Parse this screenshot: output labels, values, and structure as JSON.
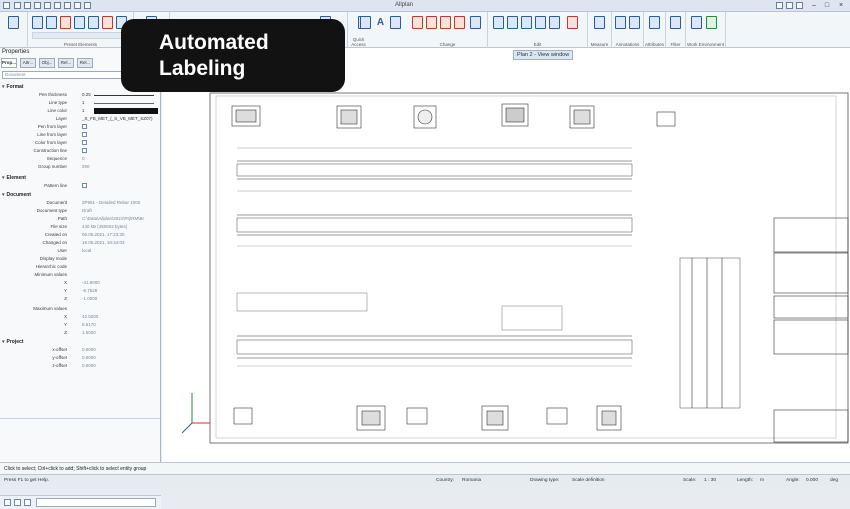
{
  "window": {
    "title": "Allplan"
  },
  "ribbon": {
    "groups": [
      {
        "id": "preset",
        "label": "Preset Elements"
      },
      {
        "id": "quick",
        "label": "Quick Access"
      },
      {
        "id": "change",
        "label": "Change"
      },
      {
        "id": "edit",
        "label": "Edit"
      },
      {
        "id": "measure",
        "label": "Measure"
      },
      {
        "id": "annotations",
        "label": "Annotations"
      },
      {
        "id": "attributes",
        "label": "Attributes"
      },
      {
        "id": "filter",
        "label": "Filter"
      },
      {
        "id": "workenv",
        "label": "Work Environment"
      }
    ]
  },
  "properties": {
    "title": "Properties",
    "tabs": [
      "Prop...",
      "Attr...",
      "Obj...",
      "Rel...",
      "Rel..."
    ],
    "selected_object": "Document",
    "format_section": "Format",
    "element_section": "Element",
    "document_section": "Document",
    "project_section": "Project",
    "format_rows": [
      {
        "label": "Pen thickness",
        "value": "0.25"
      },
      {
        "label": "Line type",
        "value": "1"
      },
      {
        "label": "Line color",
        "value": "1"
      },
      {
        "label": "Layer",
        "value": "_S_FB_MET_(_S_VB_MET_SZ07)"
      },
      {
        "label": "Pen from layer",
        "value": ""
      },
      {
        "label": "Line from layer",
        "value": ""
      },
      {
        "label": "Color from layer",
        "value": ""
      },
      {
        "label": "Construction line",
        "value": ""
      },
      {
        "label": "Sequence",
        "value": "0"
      },
      {
        "label": "Group number",
        "value": "250"
      }
    ],
    "element_rows": [
      {
        "label": "Pattern line",
        "value": ""
      }
    ],
    "document_rows": [
      {
        "label": "Document",
        "value": "2P951 - Detailed Rebar 1000"
      },
      {
        "label": "Document type",
        "value": "Draft"
      },
      {
        "label": "Path",
        "value": "C:\\Data\\Allplan\\2021\\Prj\\RM\\Br"
      },
      {
        "label": "File size",
        "value": "440 kB (450602 bytes)"
      },
      {
        "label": "Created on",
        "value": "06.05.2021, 17:23:30"
      },
      {
        "label": "Changed on",
        "value": "19.05.2021, 10:44:03"
      },
      {
        "label": "User",
        "value": "local"
      },
      {
        "label": "Display mode",
        "value": ""
      },
      {
        "label": "Hierarchic code",
        "value": ""
      }
    ],
    "min_title": "Minimum values",
    "min_rows": [
      {
        "label": "X",
        "value": "-41.8000"
      },
      {
        "label": "Y",
        "value": "-6.7628"
      },
      {
        "label": "Z",
        "value": "-1.0000"
      }
    ],
    "max_title": "Maximum values",
    "max_rows": [
      {
        "label": "X",
        "value": "42.5000"
      },
      {
        "label": "Y",
        "value": "8.5170"
      },
      {
        "label": "Z",
        "value": "1.5000"
      }
    ],
    "project_rows": [
      {
        "label": "x-offset",
        "value": "0.0000"
      },
      {
        "label": "y-offset",
        "value": "0.0000"
      },
      {
        "label": "z-offset",
        "value": "0.0000"
      }
    ]
  },
  "canvas": {
    "tooltip": "Plan 2 - View window"
  },
  "hint": "Click to select; Ctrl+click to add; Shift+click to select entity group",
  "status": {
    "help": "Press F1 to get Help.",
    "country_label": "Country:",
    "country_value": "Romania",
    "drawing_type_label": "Drawing type:",
    "drawing_type_value": "Scale definition",
    "scale_label": "Scale:",
    "scale_value": "1 : 30",
    "length_label": "Length:",
    "length_value": "m",
    "angle_label": "Angle:",
    "angle_value": "0.000",
    "angle_unit": "deg"
  },
  "overlay": {
    "line1": "Automated",
    "line2": "Labeling"
  },
  "colors": {
    "accent": "#2a5d9a",
    "delete": "#c0392b",
    "overlay": "#121212"
  }
}
